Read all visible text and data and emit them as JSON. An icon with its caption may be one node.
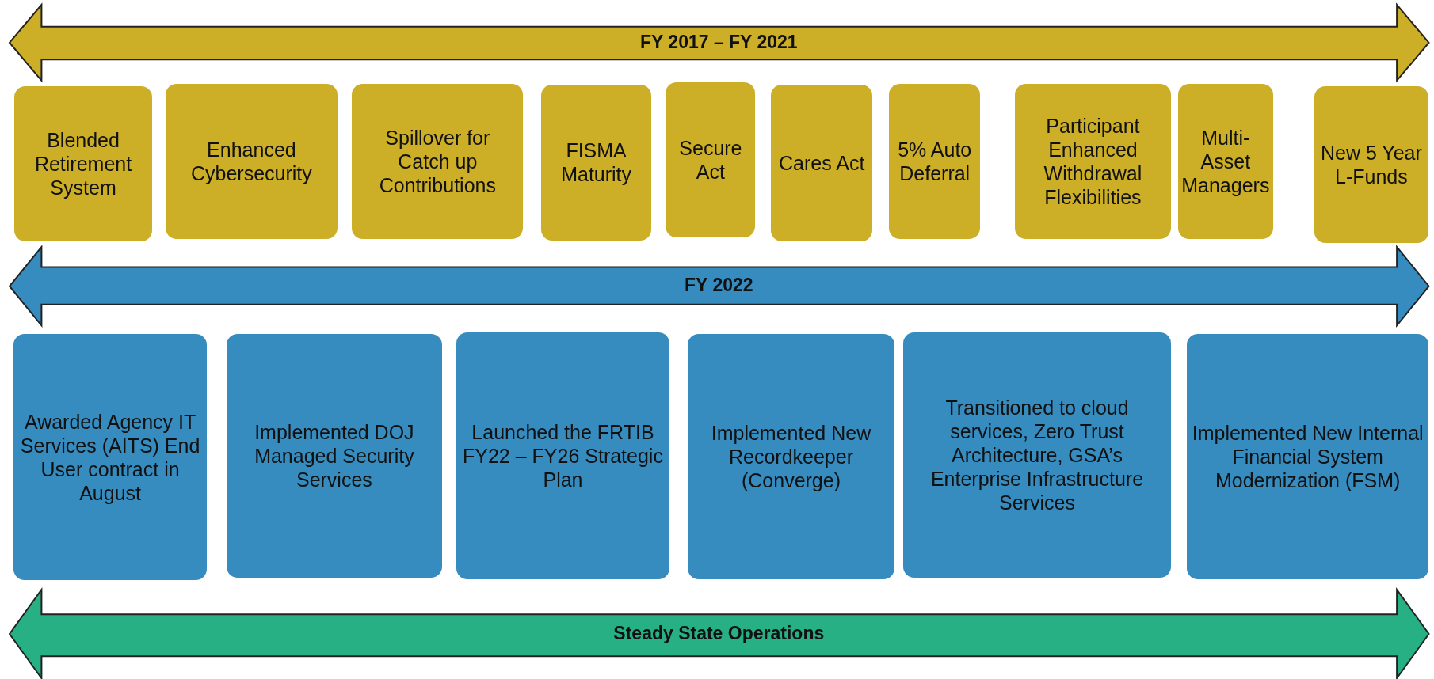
{
  "diagram": {
    "nodes": [
      {
        "text": [
          "FY 2017 – FY 2021"
        ]
      },
      {
        "text": [
          "Blended Retirement System"
        ]
      },
      {
        "text": [
          "Enhanced Cybersecurity"
        ]
      },
      {
        "text": [
          "Spillover for Catch up Contributions"
        ]
      },
      {
        "text": [
          "FISMA Maturity"
        ]
      },
      {
        "text": [
          "Secure Act"
        ]
      },
      {
        "text": [
          "Cares Act"
        ]
      },
      {
        "text": [
          "5% Auto Deferral"
        ]
      },
      {
        "text": [
          "Participant Enhanced Withdrawal Flexibilities"
        ]
      },
      {
        "text": [
          "Multi-Asset Managers"
        ]
      },
      {
        "text": [
          "New 5 Year L-Funds"
        ]
      },
      {
        "text": [
          "FY 2022"
        ]
      },
      {
        "text": [
          "Awarded Agency IT Services (AITS) End User contract in August"
        ]
      },
      {
        "text": [
          "Implemented DOJ Managed Security Services"
        ]
      },
      {
        "text": [
          "Launched the FRTIB FY22 – FY26 Strategic Plan"
        ]
      },
      {
        "text": [
          "Implemented New Recordkeeper (Converge)"
        ]
      },
      {
        "text": [
          "Transitioned to cloud services, Zero Trust Architecture, GSA’s Enterprise Infrastructure Services"
        ]
      },
      {
        "text": [
          "Implemented New Internal Financial System Modernization (FSM)"
        ]
      },
      {
        "text": [
          "Steady State Operations"
        ]
      }
    ],
    "edges": []
  }
}
